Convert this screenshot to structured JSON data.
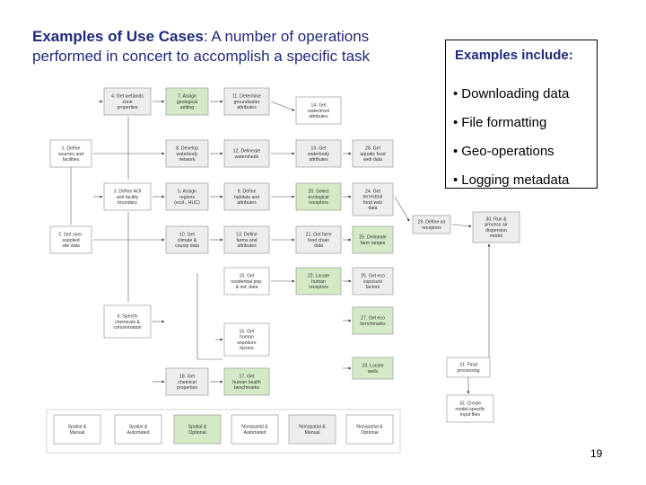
{
  "header": {
    "title_strong": "Examples of Use Cases",
    "title_rest": ":  A number of operations performed in concert to accomplish a specific task"
  },
  "examples": {
    "heading": "Examples include:",
    "items": [
      "Downloading data",
      "File formatting",
      "Geo-operations",
      "Logging metadata"
    ]
  },
  "colors": {
    "green_fill": "#d4e9c6",
    "gray_fill": "#ededed",
    "white_fill": "#ffffff",
    "border": "#9a9a9a",
    "title": "#1f2a7a"
  },
  "diagram": {
    "nodes": [
      {
        "id": "n4",
        "fill": "gray",
        "lines": [
          "4. Get wetlands",
          "zone",
          "properties"
        ]
      },
      {
        "id": "n7",
        "fill": "green",
        "lines": [
          "7. Assign",
          "geological",
          "setting"
        ]
      },
      {
        "id": "n11",
        "fill": "gray",
        "lines": [
          "11. Determine",
          "groundwater",
          "attributes"
        ]
      },
      {
        "id": "n14",
        "fill": "white",
        "lines": [
          "14. Get",
          "watershed",
          "attributes"
        ]
      },
      {
        "id": "n1",
        "fill": "white",
        "lines": [
          "1. Define",
          "sources and",
          "facilities"
        ]
      },
      {
        "id": "n8",
        "fill": "gray",
        "lines": [
          "8. Develop",
          "waterbody",
          "network"
        ]
      },
      {
        "id": "n12",
        "fill": "gray",
        "lines": [
          "12. Delineate",
          "watersheds"
        ]
      },
      {
        "id": "n19",
        "fill": "gray",
        "lines": [
          "19. Get",
          "waterbody",
          "attributes"
        ]
      },
      {
        "id": "n28",
        "fill": "gray",
        "lines": [
          "28. Get",
          "aquatic food",
          "web data"
        ]
      },
      {
        "id": "n3",
        "fill": "white",
        "lines": [
          "3. Define AOI",
          "and facility",
          "boundary"
        ]
      },
      {
        "id": "n5",
        "fill": "gray",
        "lines": [
          "5. Assign",
          "regions",
          "(ecol., HUC)"
        ]
      },
      {
        "id": "n9",
        "fill": "gray",
        "lines": [
          "9. Define",
          "habitats and",
          "attributes"
        ]
      },
      {
        "id": "n20",
        "fill": "green",
        "lines": [
          "20. Select",
          "ecological",
          "receptors"
        ]
      },
      {
        "id": "n24",
        "fill": "gray",
        "lines": [
          "24. Get",
          "terrestrial",
          "food web",
          "data"
        ]
      },
      {
        "id": "n29",
        "fill": "gray",
        "lines": [
          "29. Define air",
          "receptors"
        ]
      },
      {
        "id": "n30",
        "fill": "gray",
        "lines": [
          "30. Run &",
          "process air",
          "dispersion",
          "model"
        ]
      },
      {
        "id": "n2",
        "fill": "white",
        "lines": [
          "2. Get user-",
          "supplied",
          "site data"
        ]
      },
      {
        "id": "n10",
        "fill": "gray",
        "lines": [
          "10. Get",
          "climate &",
          "county data"
        ]
      },
      {
        "id": "n13",
        "fill": "gray",
        "lines": [
          "13. Define",
          "farms and",
          "attributes"
        ]
      },
      {
        "id": "n21",
        "fill": "gray",
        "lines": [
          "21. Get farm",
          "food chain",
          "data"
        ]
      },
      {
        "id": "n25",
        "fill": "green",
        "lines": [
          "25. Delineate",
          "farm ranges"
        ]
      },
      {
        "id": "n15",
        "fill": "white",
        "lines": [
          "15. Get",
          "residential pop.",
          "& ind. data"
        ]
      },
      {
        "id": "n22",
        "fill": "green",
        "lines": [
          "22. Locate",
          "human",
          "receptors"
        ]
      },
      {
        "id": "n26",
        "fill": "gray",
        "lines": [
          "26. Get eco",
          "exposure",
          "factors"
        ]
      },
      {
        "id": "n6",
        "fill": "white",
        "lines": [
          "6. Specify",
          "chemicals &",
          "concentration"
        ]
      },
      {
        "id": "n27",
        "fill": "green",
        "lines": [
          "27. Get eco",
          "benchmarks"
        ]
      },
      {
        "id": "n16",
        "fill": "white",
        "lines": [
          "16. Get",
          "human",
          "exposure",
          "factors"
        ]
      },
      {
        "id": "n23",
        "fill": "green",
        "lines": [
          "23. Locate",
          "wells"
        ]
      },
      {
        "id": "n31",
        "fill": "white",
        "lines": [
          "31. Final",
          "processing"
        ]
      },
      {
        "id": "n18",
        "fill": "gray",
        "lines": [
          "18. Get",
          "chemical",
          "properties"
        ]
      },
      {
        "id": "n17",
        "fill": "green",
        "lines": [
          "17. Get",
          "human health",
          "benchmarks"
        ]
      },
      {
        "id": "n32",
        "fill": "white",
        "lines": [
          "32. Create",
          "model-specific",
          "input files"
        ]
      }
    ],
    "legend": [
      {
        "id": "lg1",
        "fill": "white",
        "lines": [
          "Spatial &",
          "Manual"
        ]
      },
      {
        "id": "lg2",
        "fill": "white",
        "lines": [
          "Spatial &",
          "Automated"
        ]
      },
      {
        "id": "lg3",
        "fill": "green",
        "lines": [
          "Spatial &",
          "Optional"
        ]
      },
      {
        "id": "lg4",
        "fill": "white",
        "lines": [
          "Nonspatial &",
          "Automated"
        ]
      },
      {
        "id": "lg5",
        "fill": "gray",
        "lines": [
          "Nonspatial &",
          "Manual"
        ]
      },
      {
        "id": "lg6",
        "fill": "white",
        "lines": [
          "Nonspatial &",
          "Optional"
        ]
      }
    ]
  },
  "page_number": "19"
}
